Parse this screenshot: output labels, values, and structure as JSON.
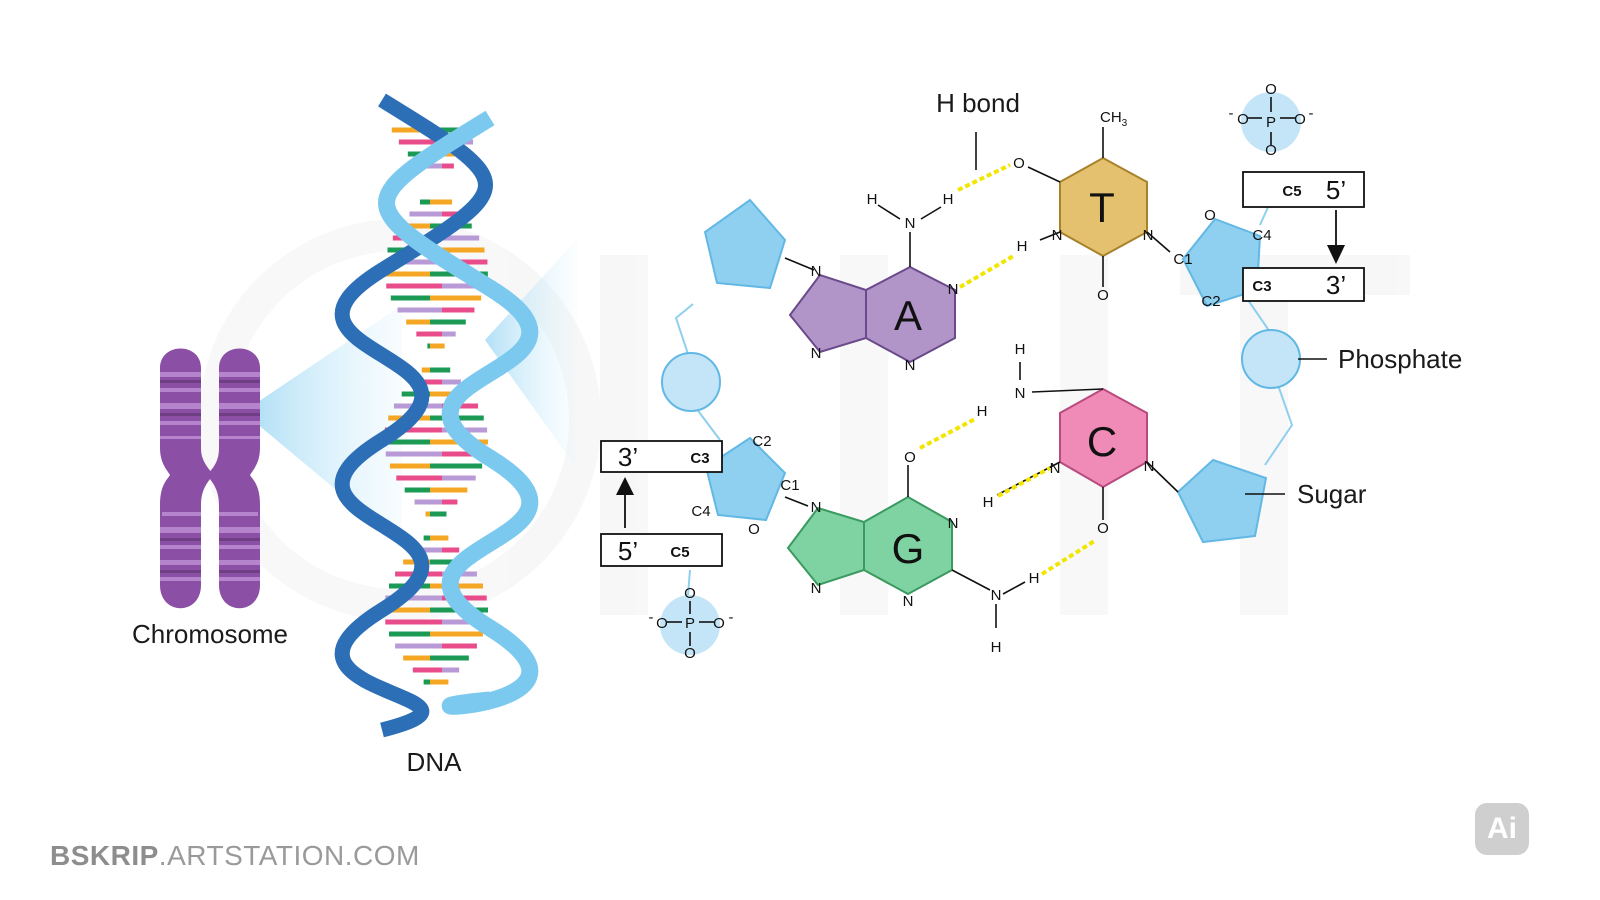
{
  "labels": {
    "chromosome": "Chromosome",
    "dna": "DNA",
    "h_bond": "H bond",
    "phosphate": "Phosphate",
    "sugar": "Sugar"
  },
  "bases": {
    "a": "A",
    "t": "T",
    "g": "G",
    "c": "C"
  },
  "direction": {
    "right_top_prime": "5’",
    "right_top_carbon": "C5",
    "right_bottom_prime": "3’",
    "right_bottom_carbon": "C3",
    "left_top_prime": "3’",
    "left_top_carbon": "C3",
    "left_bottom_prime": "5’",
    "left_bottom_carbon": "C5"
  },
  "carbons": {
    "c1": "C1",
    "c2": "C2",
    "c4": "C4"
  },
  "atoms": {
    "n": "N",
    "o": "O",
    "h": "H",
    "p": "P",
    "ch3": "CH",
    "ch3_sub": "3",
    "minus": "-"
  },
  "footer": {
    "brand": "BSKRIP",
    "domain": ".ARTSTATION.COM"
  },
  "badge": "Ai",
  "colors": {
    "adenine": "#b195c9",
    "thymine": "#e3c16e",
    "guanine": "#7fd3a2",
    "cytosine": "#f08bb8",
    "sugar": "#8fcfef",
    "phosphate": "#c3e5f7",
    "hbond": "#f2e600",
    "chromosome": "#8b4fa6",
    "helix": "#7cc9ef"
  }
}
